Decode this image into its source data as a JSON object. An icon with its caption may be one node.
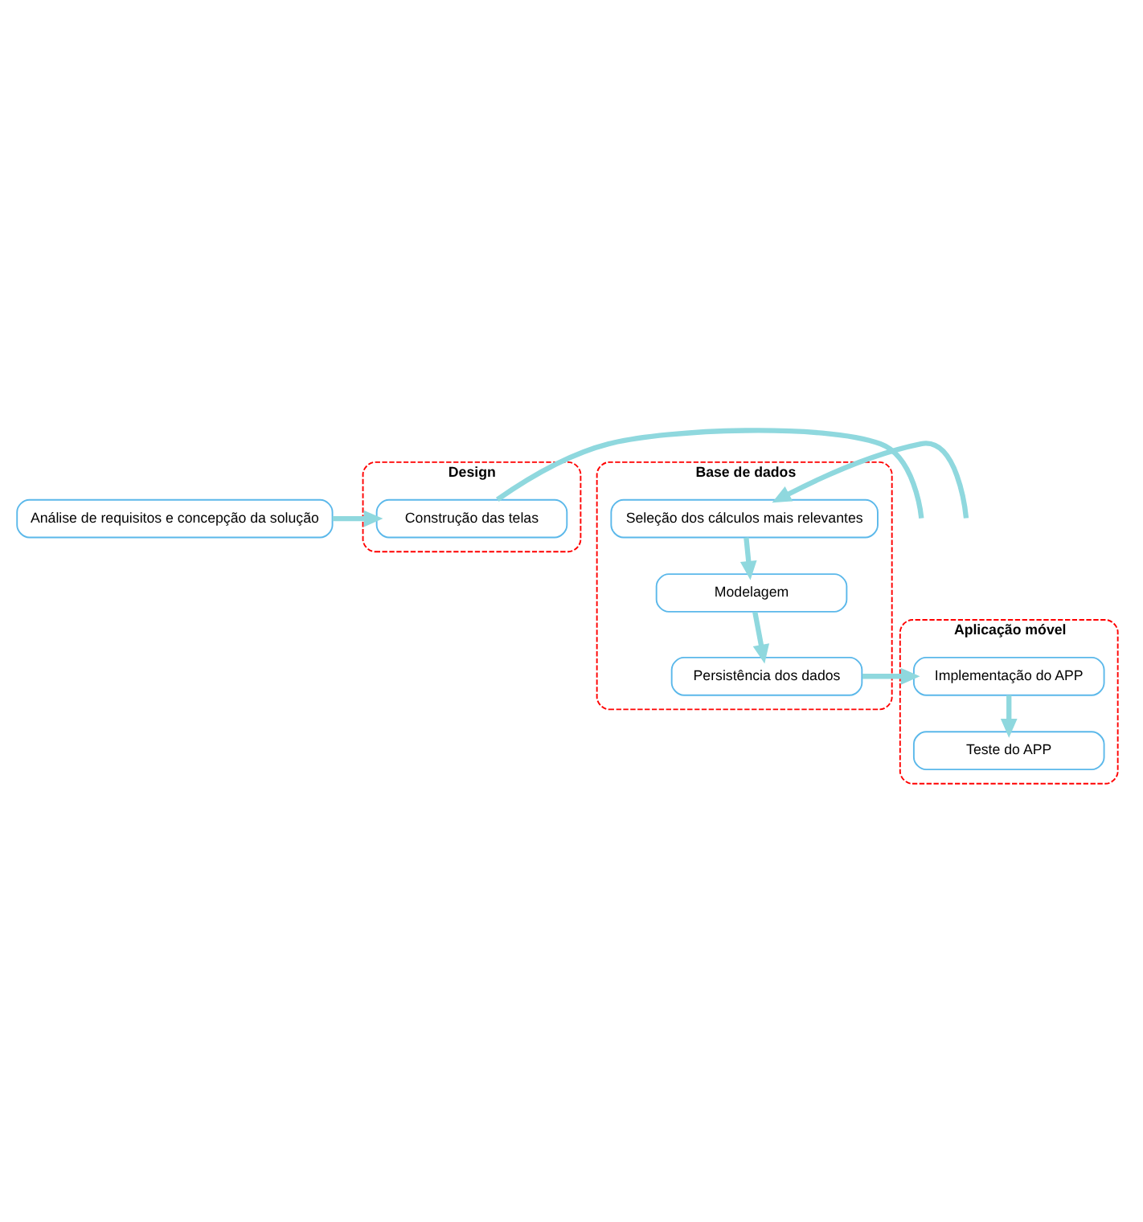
{
  "diagram": {
    "nodes": [
      {
        "text": [
          "Análise de requisitos e concepção da solução"
        ]
      },
      {
        "text": [
          "Design"
        ]
      },
      {
        "text": [
          "Construção das telas"
        ],
        "in": 1
      },
      {
        "text": [
          "Base de dados"
        ]
      },
      {
        "text": [
          "Seleção dos cálculos mais relevantes"
        ],
        "in": 3
      },
      {
        "text": [
          "Modelagem"
        ],
        "in": 3
      },
      {
        "text": [
          "Persistência dos dados"
        ],
        "in": 3
      },
      {
        "text": [
          "Aplicação móvel"
        ]
      },
      {
        "text": [
          "Implementação do APP"
        ],
        "in": 7
      },
      {
        "text": [
          "Teste do APP"
        ],
        "in": 7
      }
    ],
    "edges": [
      {
        "from": 0,
        "to": 2,
        "arrow": "to"
      },
      {
        "from": 2,
        "to": null,
        "arrow": "none"
      },
      {
        "from": null,
        "to": 4,
        "arrow": "to"
      },
      {
        "from": 4,
        "to": 5,
        "arrow": "to"
      },
      {
        "from": 5,
        "to": 6,
        "arrow": "to"
      },
      {
        "from": 6,
        "to": 8,
        "arrow": "to"
      },
      {
        "from": 8,
        "to": 9,
        "arrow": "to"
      }
    ]
  }
}
